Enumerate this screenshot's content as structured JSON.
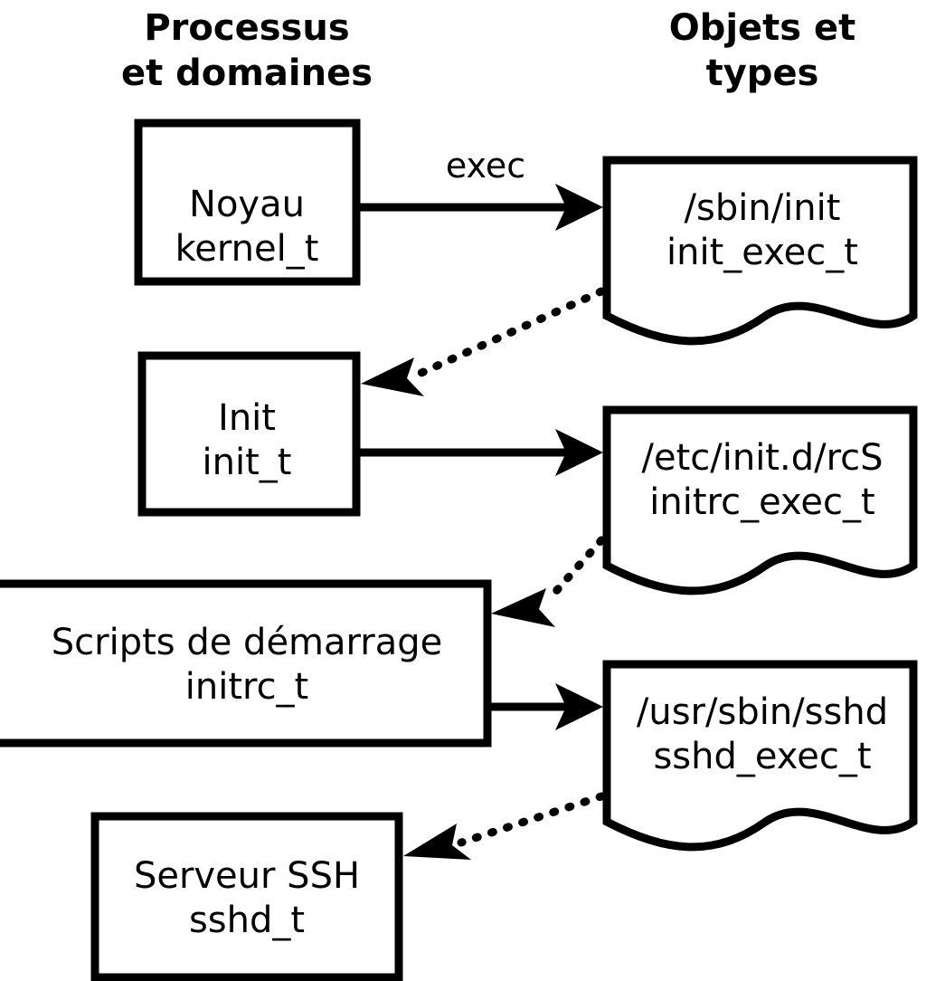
{
  "diagram": {
    "title_left": "Processus\net domaines",
    "columns": {
      "left_header_line1": "Processus",
      "left_header_line2": "et domaines",
      "right_header_line1": "Objets et",
      "right_header_line2": "types"
    },
    "colors": {
      "stroke": "#000000",
      "fill": "#ffffff",
      "background": "#ffffff"
    },
    "process_nodes": [
      {
        "id": "kernel",
        "line1": "Noyau",
        "line2": "kernel_t"
      },
      {
        "id": "init",
        "line1": "Init",
        "line2": "init_t"
      },
      {
        "id": "initrc",
        "line1": "Scripts de démarrage",
        "line2": "initrc_t"
      },
      {
        "id": "sshd",
        "line1": "Serveur SSH",
        "line2": "sshd_t"
      }
    ],
    "object_nodes": [
      {
        "id": "init_exec",
        "line1": "/sbin/init",
        "line2": "init_exec_t"
      },
      {
        "id": "initrc_exec",
        "line1": "/etc/init.d/rcS",
        "line2": "initrc_exec_t"
      },
      {
        "id": "sshd_exec",
        "line1": "/usr/sbin/sshd",
        "line2": "sshd_exec_t"
      }
    ],
    "edges": [
      {
        "id": "kernel-exec-init_exec",
        "from": "kernel",
        "to": "init_exec",
        "style": "solid",
        "label": "exec"
      },
      {
        "id": "init_exec-transition-init",
        "from": "init_exec",
        "to": "init",
        "style": "dotted",
        "label": ""
      },
      {
        "id": "init-exec-initrc_exec",
        "from": "init",
        "to": "initrc_exec",
        "style": "solid",
        "label": ""
      },
      {
        "id": "initrc_exec-transition-initrc",
        "from": "initrc_exec",
        "to": "initrc",
        "style": "dotted",
        "label": ""
      },
      {
        "id": "initrc-exec-sshd_exec",
        "from": "initrc",
        "to": "sshd_exec",
        "style": "solid",
        "label": ""
      },
      {
        "id": "sshd_exec-transition-sshd",
        "from": "sshd_exec",
        "to": "sshd",
        "style": "dotted",
        "label": ""
      }
    ]
  }
}
